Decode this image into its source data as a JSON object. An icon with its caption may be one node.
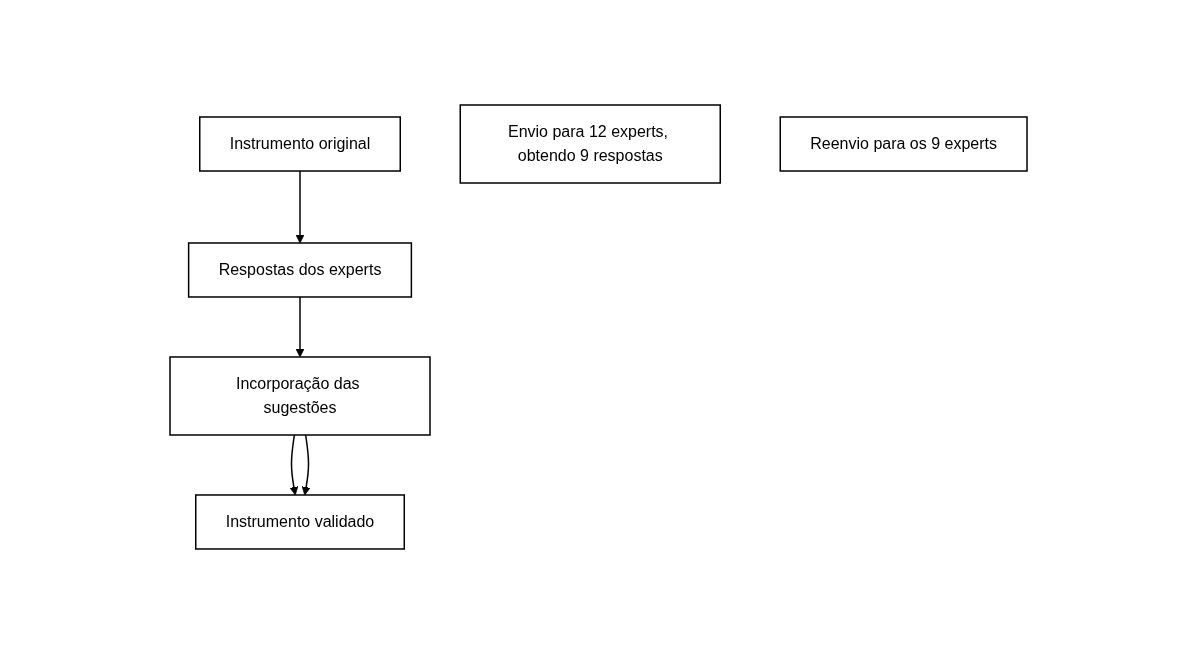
{
  "diagram": {
    "nodes": [
      {
        "text": [
          "Instrumento original"
        ]
      },
      {
        "text": [
          "Envio para 12 experts, obtendo 9 respostas"
        ]
      },
      {
        "text": [
          "Respostas dos experts"
        ]
      },
      {
        "text": [
          "Incorporação das sugestões"
        ]
      },
      {
        "text": [
          "Reenvio para os 9 experts"
        ]
      },
      {
        "text": [
          "Instrumento validado"
        ]
      }
    ],
    "edges": [
      {
        "from": 0,
        "to": 2,
        "arrow": "to"
      },
      {
        "from": 2,
        "to": 3,
        "arrow": "to"
      },
      {
        "from": 3,
        "to": 5,
        "arrow": "to"
      },
      {
        "from": 3,
        "to": 5,
        "arrow": "to"
      }
    ]
  }
}
